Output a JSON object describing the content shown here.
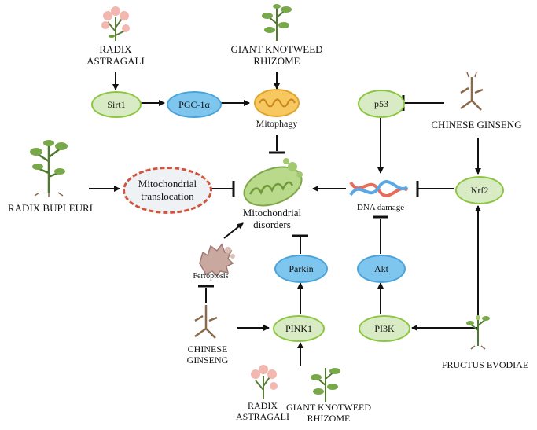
{
  "nodes": {
    "sirt1": "Sirt1",
    "pgc1a": "PGC-1α",
    "p53": "p53",
    "nrf2": "Nrf2",
    "parkin": "Parkin",
    "akt": "Akt",
    "pink1": "PINK1",
    "pi3k": "PI3K",
    "mito_translocation": "Mitochondrial translocation"
  },
  "labels": {
    "mitophagy": "Mitophagy",
    "mito_disorders": "Mitochondrial disorders",
    "dna_damage": "DNA damage",
    "ferroptosis": "Ferroptosis"
  },
  "herbs": {
    "radix_astragali_top": "RADIX ASTRAGALI",
    "giant_knotweed_top": "GIANT KNOTWEED RHIZOME",
    "chinese_ginseng_right": "CHINESE GINSENG",
    "radix_bupleuri": "RADIX BUPLEURI",
    "chinese_ginseng_bottom": "CHINESE GINSENG",
    "radix_astragali_bottom": "RADIX ASTRAGALI",
    "giant_knotweed_bottom": "GIANT KNOTWEED RHIZOME",
    "fructus_evodiae": "FRUCTUS EVODIAE"
  },
  "colors": {
    "green_fill": "#d8ebc4",
    "green_border": "#8cc63f",
    "blue_fill": "#7fc6ef",
    "blue_border": "#4aa4da",
    "dashed_border": "#d2533c",
    "arrow": "#111111"
  },
  "icons": {
    "astragalus": "flower-plant-icon",
    "knotweed": "leafy-plant-icon",
    "ginseng": "root-icon",
    "bupleurum": "tree-plant-icon",
    "evodia": "sprout-plant-icon",
    "mitochondrion": "mitochondrion-icon",
    "damaged_mitochondrion": "damaged-mitochondrion-icon",
    "dna": "dna-helix-icon",
    "ferroptosis": "ferroptosis-cell-icon"
  }
}
